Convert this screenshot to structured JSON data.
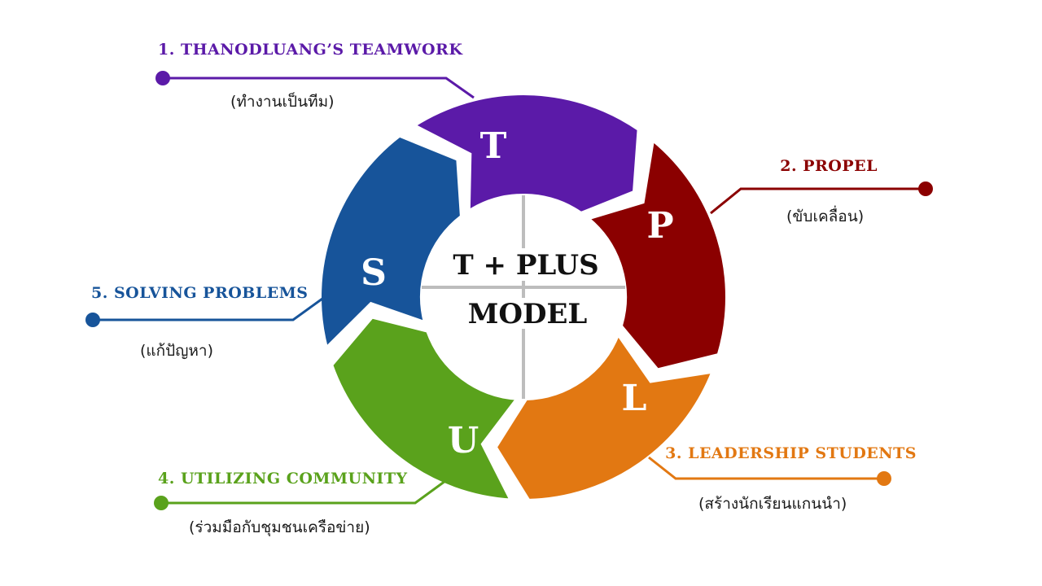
{
  "center": {
    "line1": "T + PLUS",
    "line2": "MODEL"
  },
  "components": [
    {
      "id": "t",
      "letter": "T",
      "title": "1. THANODLUANG’S TEAMWORK",
      "subtitle": "(ทำงานเป็นทีม)",
      "color": "#5b1aa8"
    },
    {
      "id": "p",
      "letter": "P",
      "title": "2. PROPEL",
      "subtitle": "(ขับเคลื่อน)",
      "color": "#8b0000"
    },
    {
      "id": "l",
      "letter": "L",
      "title": "3. LEADERSHIP STUDENTS",
      "subtitle": "(สร้างนักเรียนแกนนำ)",
      "color": "#e27812"
    },
    {
      "id": "u",
      "letter": "U",
      "title": "4. UTILIZING COMMUNITY",
      "subtitle": "(ร่วมมือกับชุมชนเครือข่าย)",
      "color": "#5aa21c"
    },
    {
      "id": "s",
      "letter": "S",
      "title": "5. SOLVING PROBLEMS",
      "subtitle": "(แก้ปัญหา)",
      "color": "#17549a"
    }
  ]
}
